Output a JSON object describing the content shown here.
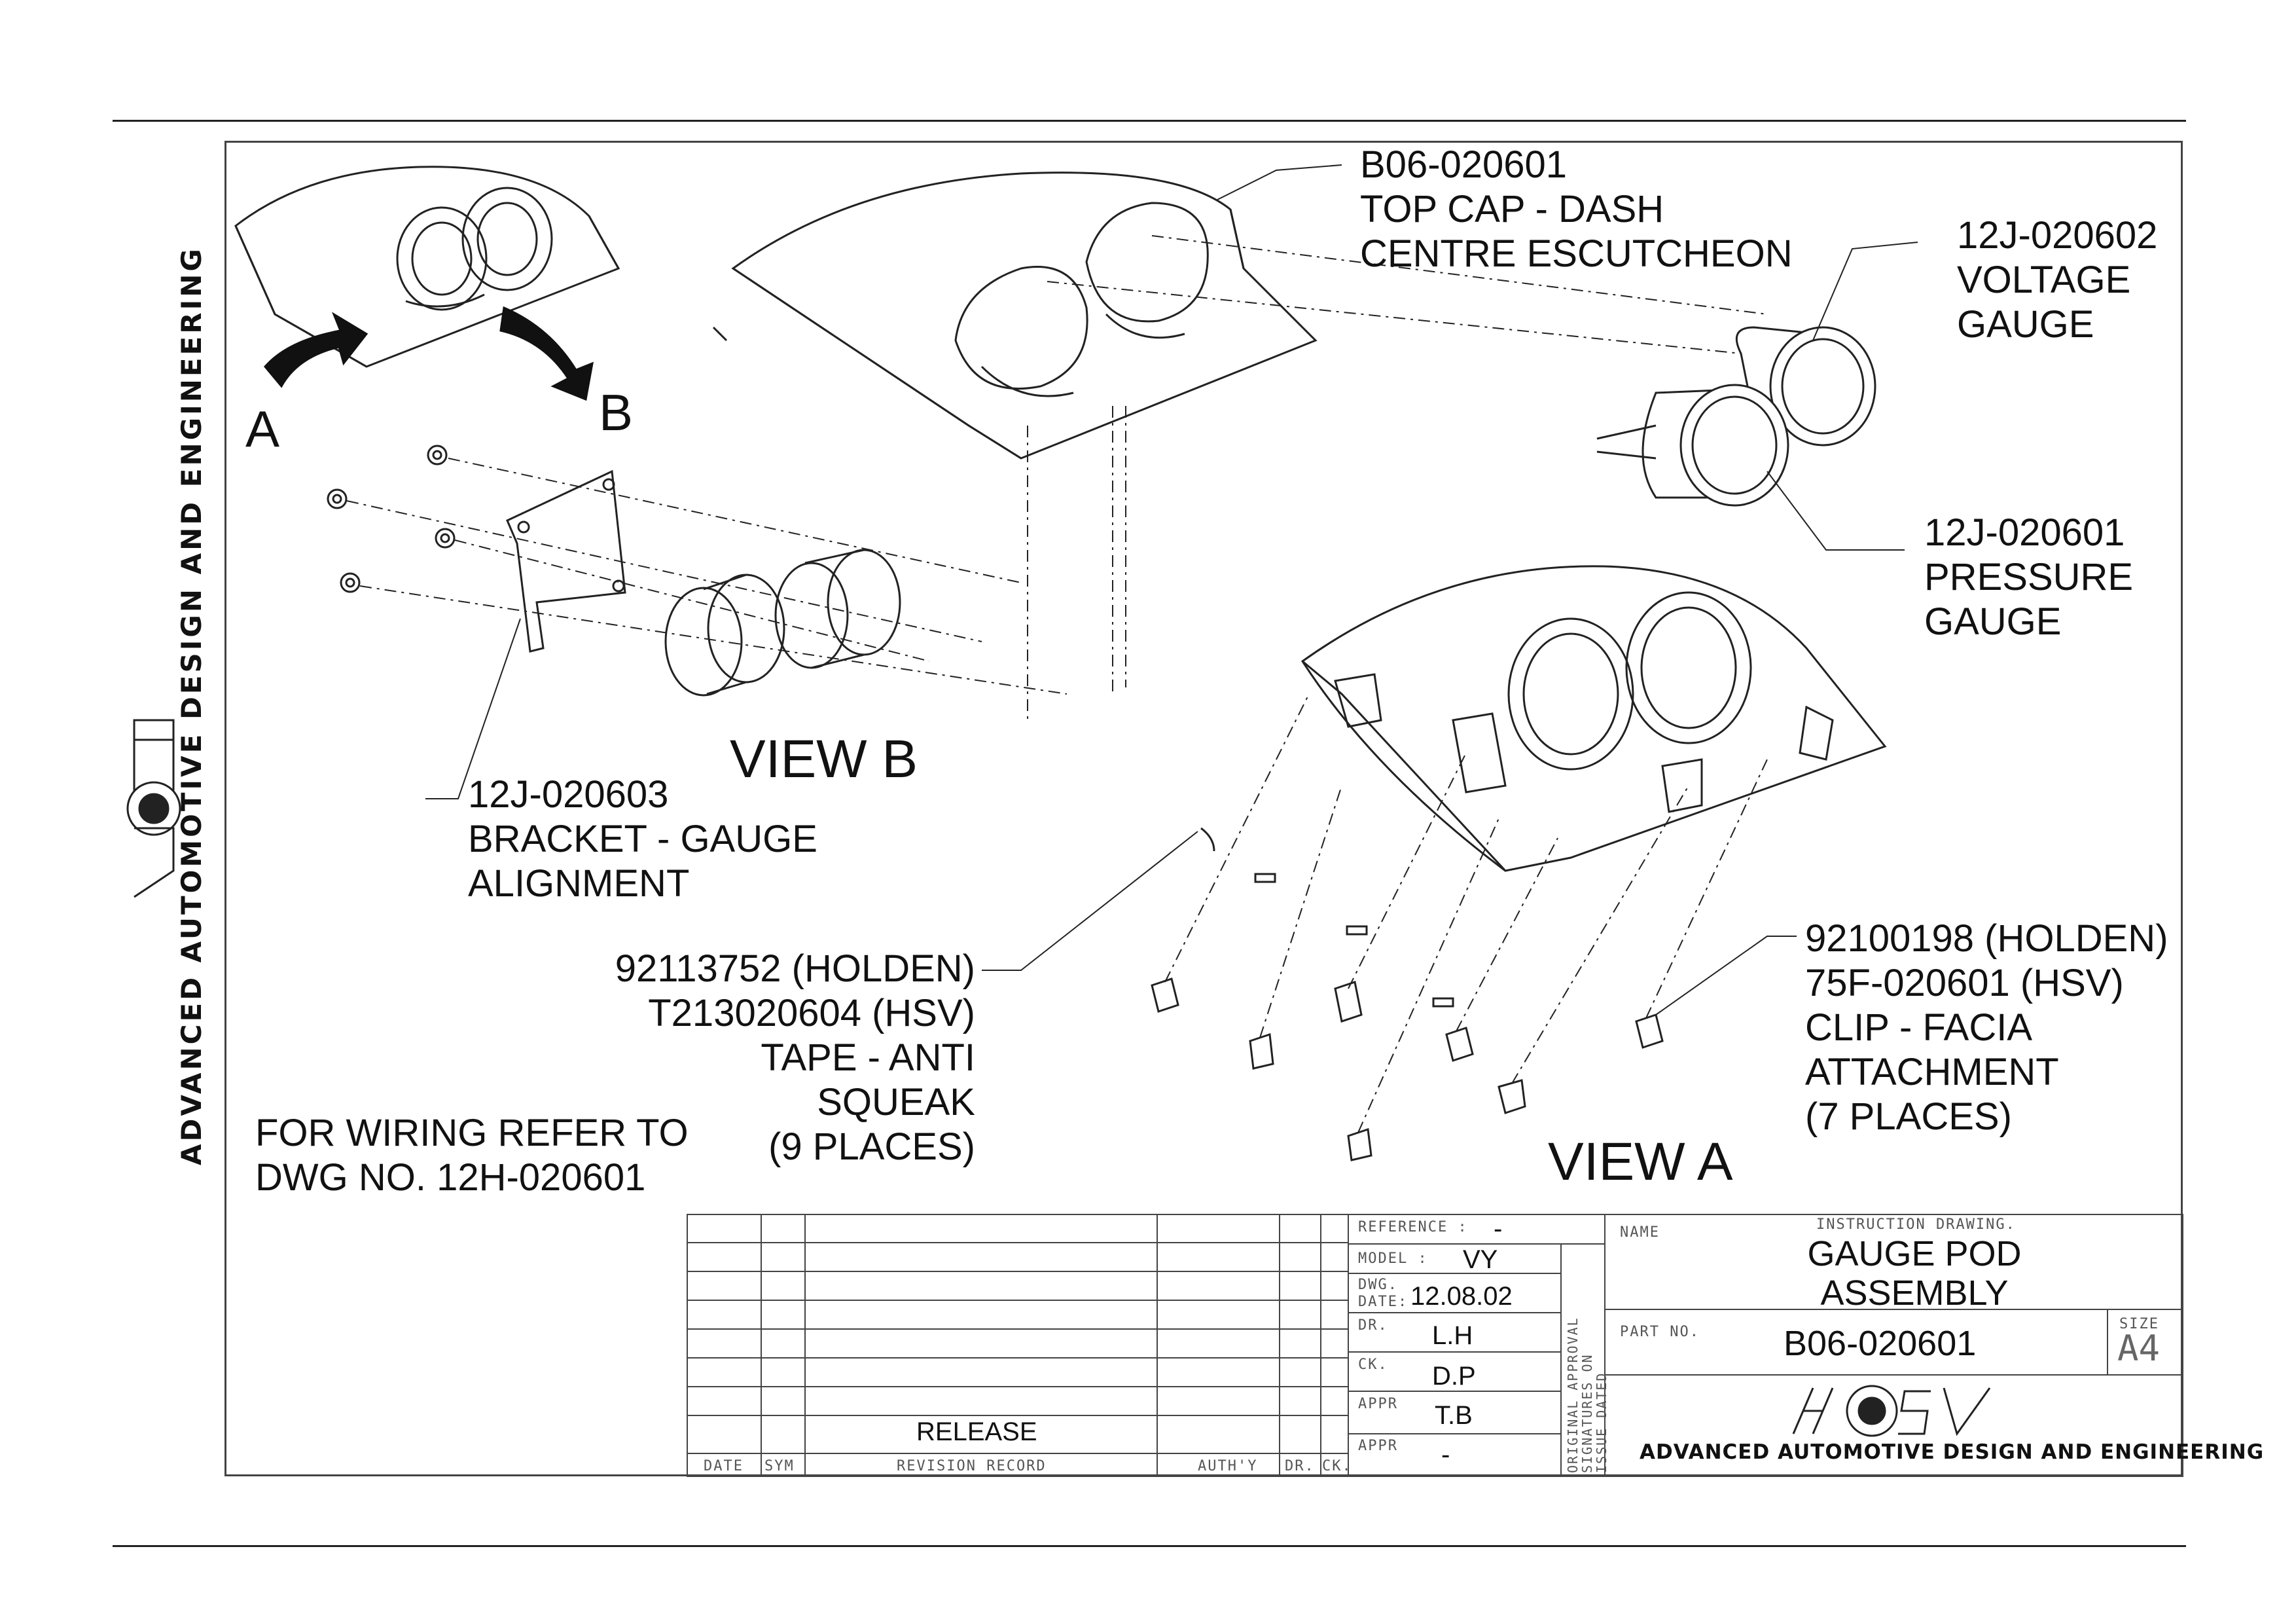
{
  "company": {
    "name": "ADVANCED AUTOMOTIVE DESIGN AND ENGINEERING",
    "logo_text": "HSV"
  },
  "views": {
    "view_a": "VIEW A",
    "view_b": "VIEW B",
    "arrow_a": "A",
    "arrow_b": "B"
  },
  "callouts": {
    "top_cap": [
      "B06-020601",
      "TOP CAP - DASH",
      "CENTRE ESCUTCHEON"
    ],
    "voltage": [
      "12J-020602",
      "VOLTAGE",
      "GAUGE"
    ],
    "pressure": [
      "12J-020601",
      "PRESSURE",
      "GAUGE"
    ],
    "bracket": [
      "12J-020603",
      "BRACKET - GAUGE",
      "ALIGNMENT"
    ],
    "tape": [
      "92113752 (HOLDEN)",
      "T213020604 (HSV)",
      "TAPE - ANTI",
      "SQUEAK",
      "(9 PLACES)"
    ],
    "clip": [
      "92100198 (HOLDEN)",
      "75F-020601 (HSV)",
      "CLIP - FACIA",
      "ATTACHMENT",
      "(7 PLACES)"
    ],
    "wiring": [
      "FOR WIRING REFER TO",
      "DWG NO. 12H-020601"
    ]
  },
  "title_block": {
    "revision_entry": "RELEASE",
    "headers": {
      "date": "DATE",
      "sym": "SYM",
      "revision_record": "REVISION RECORD",
      "authy": "AUTH'Y",
      "dr": "DR.",
      "ck": "CK."
    },
    "reference_label": "REFERENCE :",
    "reference_value": "-",
    "model_label": "MODEL :",
    "model_value": "VY",
    "dwg_date_label_1": "DWG.",
    "dwg_date_label_2": "DATE:",
    "dwg_date_value": "12.08.02",
    "dr_label": "DR.",
    "dr_value": "L.H",
    "ck_label": "CK.",
    "ck_value": "D.P",
    "appr1_label": "APPR",
    "appr1_value": "T.B",
    "appr2_label": "APPR",
    "appr2_value": "-",
    "approval_note": [
      "ORIGINAL APPROVAL",
      "SIGNATURES ON",
      "ISSUE DATED"
    ],
    "name_label": "NAME",
    "drawing_type": "INSTRUCTION DRAWING.",
    "title_line1": "GAUGE POD",
    "title_line2": "ASSEMBLY",
    "part_no_label": "PART NO.",
    "part_no_value": "B06-020601",
    "size_label": "SIZE",
    "size_value": "A4"
  }
}
